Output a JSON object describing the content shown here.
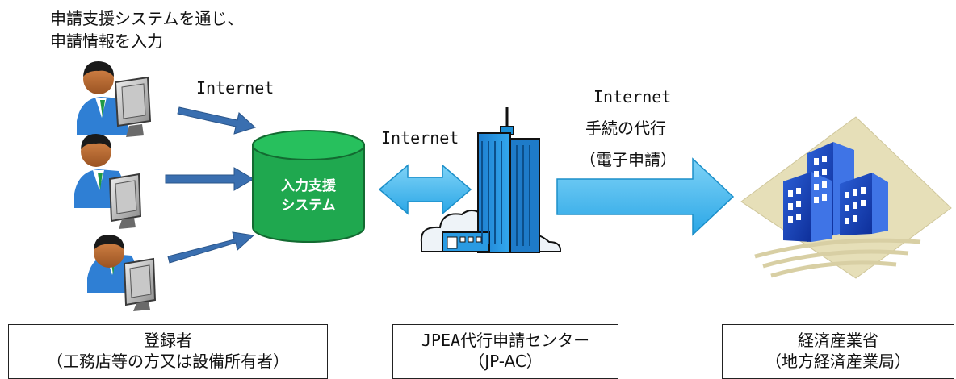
{
  "intro": {
    "line1": "申請支援システムを通じ、",
    "line2": "申請情報を入力"
  },
  "links": {
    "users_to_db": "Internet",
    "db_to_center": "Internet",
    "center_to_meti_1": "Internet",
    "center_to_meti_2": "手続の代行",
    "center_to_meti_3": "（電子申請）"
  },
  "database": {
    "line1": "入力支援",
    "line2": "システム",
    "color": "#1fa84f"
  },
  "boxes": {
    "registrant": {
      "line1": "登録者",
      "line2": "（工務店等の方又は設備所有者）"
    },
    "center": {
      "line1": "JPEA代行申請センター",
      "line2": "（JP-AC）"
    },
    "meti": {
      "line1": "経済産業省",
      "line2": "（地方経済産業局）"
    }
  },
  "icons": [
    "user-at-computer-icon",
    "database-icon",
    "office-building-icon",
    "government-building-icon"
  ],
  "colors": {
    "arrow_blue": "#3a6fb0",
    "arrow_cyan": "#3bb3ec",
    "building": "#1b8fd6"
  }
}
